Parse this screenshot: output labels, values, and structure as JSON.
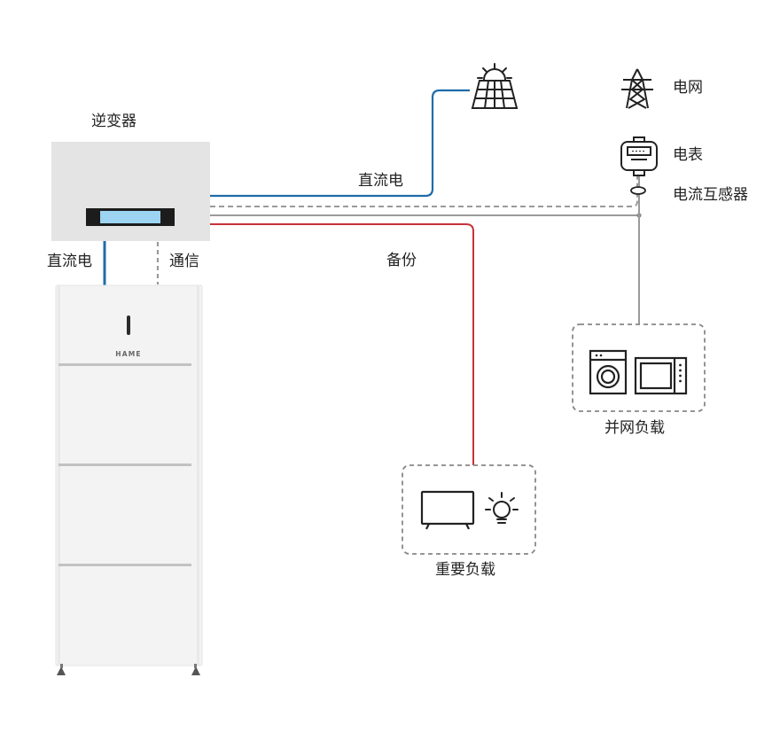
{
  "labels": {
    "inverter": "逆变器",
    "dc_top": "直流电",
    "dc_left": "直流电",
    "comm": "通信",
    "backup": "备份",
    "grid": "电网",
    "meter": "电表",
    "ct": "电流互感器",
    "grid_loads": "并网负载",
    "critical_loads": "重要负载"
  },
  "battery": {
    "brand": "HAME"
  },
  "icons": [
    "solar-panel-icon",
    "transmission-tower-icon",
    "electric-meter-icon",
    "current-transformer-icon",
    "washing-machine-icon",
    "microwave-icon",
    "television-icon",
    "light-bulb-icon"
  ],
  "colors": {
    "dc_line": "#1f6ca8",
    "backup_line": "#c8323a",
    "ac_line": "#9a9a9a",
    "comm_line": "#9a9a9a",
    "inverter_body": "#e4e4e4",
    "inverter_screen": "#9cd4f2",
    "battery_body": "#f3f3f3"
  }
}
